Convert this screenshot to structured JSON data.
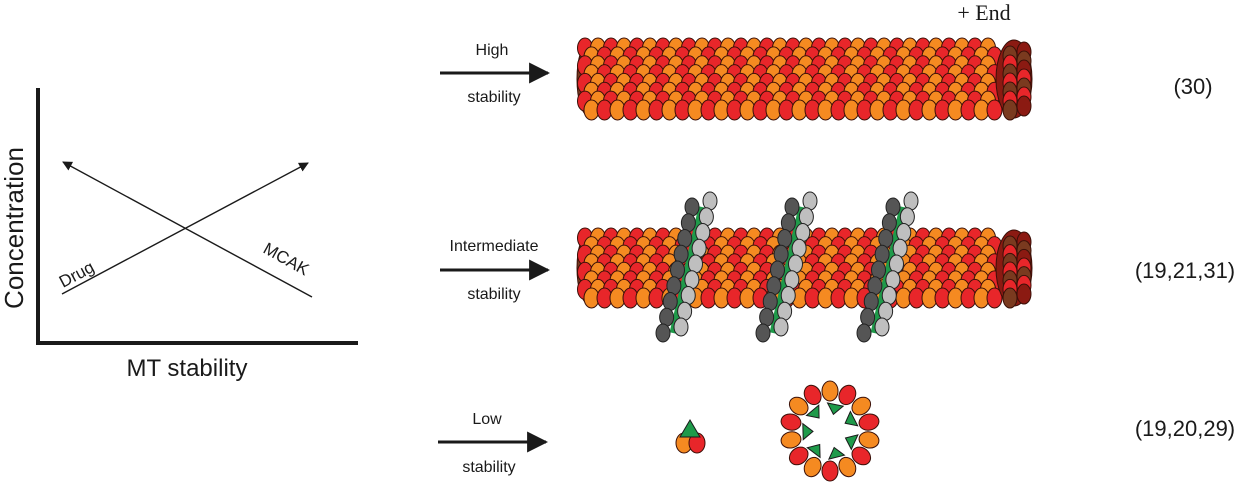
{
  "graph": {
    "y_axis_label": "Concentration",
    "x_axis_label": "MT stability",
    "line_labels": [
      "Drug",
      "MCAK"
    ]
  },
  "plus_end_label": "+ End",
  "rows": [
    {
      "top_label": "High",
      "bottom_label": "stability",
      "reference": "(30)"
    },
    {
      "top_label": "Intermediate",
      "bottom_label": "stability",
      "reference": "(19,21,31)"
    },
    {
      "top_label": "Low",
      "bottom_label": "stability",
      "reference": "(19,20,29)"
    }
  ],
  "colors": {
    "red": "#e8262a",
    "orange": "#f58a21",
    "dark_red": "#8b1a12",
    "brown": "#7a3a1f",
    "green": "#1f9a4a",
    "grey_dark": "#555555",
    "grey_light": "#bfbfbf"
  }
}
